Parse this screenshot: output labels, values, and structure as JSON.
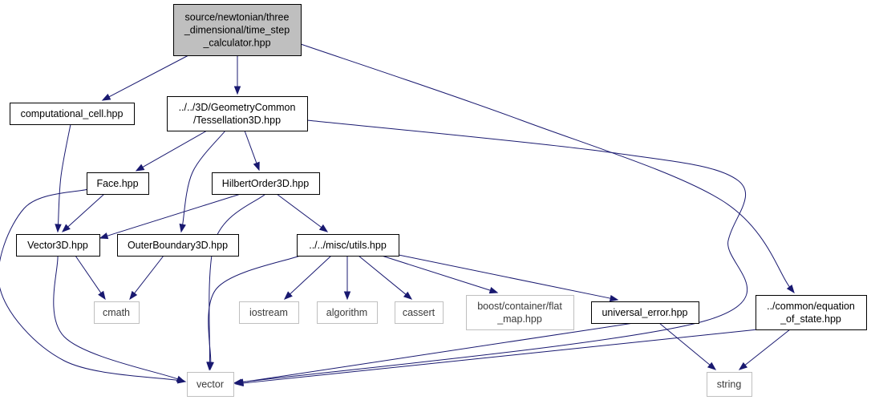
{
  "colors": {
    "edge": "#191970",
    "root_fill": "#bfbfbf",
    "node_fill": "#ffffff",
    "node_border": "#000000",
    "system_border": "#bfbfbf"
  },
  "nodes": {
    "root": {
      "lines": [
        "source/newtonian/three",
        "_dimensional/time_step",
        "_calculator.hpp"
      ],
      "style": "root"
    },
    "computational_cell": {
      "lines": [
        "computational_cell.hpp"
      ],
      "style": "local"
    },
    "tessellation3d": {
      "lines": [
        "../../3D/GeometryCommon",
        "/Tessellation3D.hpp"
      ],
      "style": "local"
    },
    "face": {
      "lines": [
        "Face.hpp"
      ],
      "style": "local"
    },
    "hilbertorder3d": {
      "lines": [
        "HilbertOrder3D.hpp"
      ],
      "style": "local"
    },
    "vector3d": {
      "lines": [
        "Vector3D.hpp"
      ],
      "style": "local"
    },
    "outerboundary3d": {
      "lines": [
        "OuterBoundary3D.hpp"
      ],
      "style": "local"
    },
    "utils": {
      "lines": [
        "../../misc/utils.hpp"
      ],
      "style": "local"
    },
    "cmath": {
      "lines": [
        "cmath"
      ],
      "style": "system"
    },
    "iostream": {
      "lines": [
        "iostream"
      ],
      "style": "system"
    },
    "algorithm": {
      "lines": [
        "algorithm"
      ],
      "style": "system"
    },
    "cassert": {
      "lines": [
        "cassert"
      ],
      "style": "system"
    },
    "flat_map": {
      "lines": [
        "boost/container/flat",
        "_map.hpp"
      ],
      "style": "system"
    },
    "universal_error": {
      "lines": [
        "universal_error.hpp"
      ],
      "style": "local"
    },
    "equation_of_state": {
      "lines": [
        "../common/equation",
        "_of_state.hpp"
      ],
      "style": "local"
    },
    "vector": {
      "lines": [
        "vector"
      ],
      "style": "system"
    },
    "string": {
      "lines": [
        "string"
      ],
      "style": "system"
    }
  },
  "edges": [
    {
      "from": "root",
      "to": "computational_cell"
    },
    {
      "from": "root",
      "to": "tessellation3d"
    },
    {
      "from": "root",
      "to": "equation_of_state"
    },
    {
      "from": "computational_cell",
      "to": "vector3d"
    },
    {
      "from": "tessellation3d",
      "to": "face"
    },
    {
      "from": "tessellation3d",
      "to": "hilbertorder3d"
    },
    {
      "from": "tessellation3d",
      "to": "outerboundary3d"
    },
    {
      "from": "tessellation3d",
      "to": "vector"
    },
    {
      "from": "face",
      "to": "vector3d"
    },
    {
      "from": "face",
      "to": "vector"
    },
    {
      "from": "hilbertorder3d",
      "to": "vector3d"
    },
    {
      "from": "hilbertorder3d",
      "to": "utils"
    },
    {
      "from": "hilbertorder3d",
      "to": "vector"
    },
    {
      "from": "vector3d",
      "to": "cmath"
    },
    {
      "from": "vector3d",
      "to": "vector"
    },
    {
      "from": "outerboundary3d",
      "to": "cmath"
    },
    {
      "from": "utils",
      "to": "vector"
    },
    {
      "from": "utils",
      "to": "iostream"
    },
    {
      "from": "utils",
      "to": "algorithm"
    },
    {
      "from": "utils",
      "to": "cassert"
    },
    {
      "from": "utils",
      "to": "flat_map"
    },
    {
      "from": "utils",
      "to": "universal_error"
    },
    {
      "from": "universal_error",
      "to": "vector"
    },
    {
      "from": "universal_error",
      "to": "string"
    },
    {
      "from": "equation_of_state",
      "to": "vector"
    },
    {
      "from": "equation_of_state",
      "to": "string"
    }
  ]
}
